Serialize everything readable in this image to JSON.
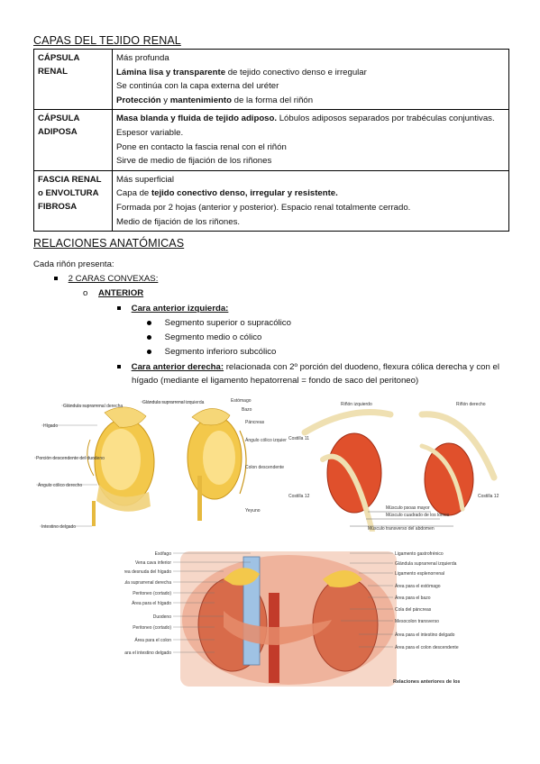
{
  "section1": {
    "title": "CAPAS DEL TEJIDO RENAL",
    "rows": [
      {
        "label": "CÁPSULA RENAL",
        "lines": [
          {
            "parts": [
              {
                "t": "Más profunda",
                "b": false
              }
            ]
          },
          {
            "parts": [
              {
                "t": "Lámina lisa y transparente",
                "b": true
              },
              {
                "t": " de tejido conectivo denso e irregular",
                "b": false
              }
            ]
          },
          {
            "parts": [
              {
                "t": "Se continúa con la capa externa del uréter",
                "b": false
              }
            ]
          },
          {
            "parts": [
              {
                "t": "Protección",
                "b": true
              },
              {
                "t": " y ",
                "b": false
              },
              {
                "t": "mantenimiento",
                "b": true
              },
              {
                "t": " de la forma del riñón",
                "b": false
              }
            ]
          }
        ]
      },
      {
        "label": "CÁPSULA ADIPOSA",
        "lines": [
          {
            "parts": [
              {
                "t": "Masa blanda y fluida de tejido adiposo.",
                "b": true
              },
              {
                "t": " Lóbulos adiposos separados por trabéculas conjuntivas.",
                "b": false
              }
            ]
          },
          {
            "parts": [
              {
                "t": "Espesor variable.",
                "b": false
              }
            ]
          },
          {
            "parts": [
              {
                "t": "Pone en contacto la fascia renal con el riñón",
                "b": false
              }
            ]
          },
          {
            "parts": [
              {
                "t": "Sirve de medio de fijación de los riñones",
                "b": false
              }
            ]
          }
        ]
      },
      {
        "label": "FASCIA RENAL o ENVOLTURA FIBROSA",
        "lines": [
          {
            "parts": [
              {
                "t": "Más superficial",
                "b": false
              }
            ]
          },
          {
            "parts": [
              {
                "t": "Capa de ",
                "b": false
              },
              {
                "t": "tejido conectivo denso, irregular y resistente.",
                "b": true
              }
            ]
          },
          {
            "parts": [
              {
                "t": "Formada por 2 hojas (anterior y posterior). Espacio renal totalmente cerrado.",
                "b": false
              }
            ]
          },
          {
            "parts": [
              {
                "t": "Medio de fijación de los riñones.",
                "b": false
              }
            ]
          }
        ]
      }
    ]
  },
  "section2": {
    "title": "RELACIONES ANATÓMICAS",
    "intro": "Cada riñón presenta:",
    "caras_convexas": "2 CARAS CONVEXAS:",
    "anterior_marker": "o",
    "anterior": "ANTERIOR",
    "cara_izq": "Cara anterior izquierda:",
    "segmentos": [
      "Segmento superior o supracólico",
      "Segmento medio o cólico",
      "Segmento inferioro subcólico"
    ],
    "cara_der_label": "Cara anterior derecha:",
    "cara_der_text1": " relacionada con 2º porción del duodeno, flexura cólica derecha y con el",
    "cara_der_text2": "hígado (mediante el ligamento hepatorrenal = fondo de saco del peritoneo)"
  },
  "figure1": {
    "labels_left": [
      "Glándula suprarrenal derecha",
      "Hígado",
      "Porción descendente del duodeno",
      "Ángulo cólico derecho",
      "Intestino delgado"
    ],
    "labels_mid": [
      "Glándula suprarrenal izquierda",
      "Estómago",
      "Bazo",
      "Páncreas",
      "Ángulo cólico izquierdo",
      "Colon descendente",
      "Yeyuno"
    ]
  },
  "figure2": {
    "labels": [
      "Riñón izquierdo",
      "Riñón derecho",
      "Costilla 11",
      "Costilla 12",
      "Costilla 12",
      "Músculo psoas mayor",
      "Músculo cuadrado de los lomos",
      "Músculo transverso del abdomen"
    ]
  },
  "figure3": {
    "labels_left": [
      "Esófago",
      "Vena cava inferior",
      "Área para el área desnuda del hígado",
      "Glándula suprarrenal derecha",
      "Peritoneo (cortado)",
      "Área para el hígado",
      "Duodeno",
      "Peritoneo (cortado)",
      "Área para el colon",
      "Área para el intestino delgado"
    ],
    "labels_right": [
      "Ligamento gastrofrénico",
      "Glándula suprarrenal izquierda",
      "Ligamento esplenorrenal",
      "Área para el estómago",
      "Área para el bazo",
      "Cola del páncreas",
      "Mesocolon transverso",
      "Área para el intestino delgado",
      "Área para el colon descendente"
    ],
    "caption": "Relaciones anteriores de los riñones"
  }
}
